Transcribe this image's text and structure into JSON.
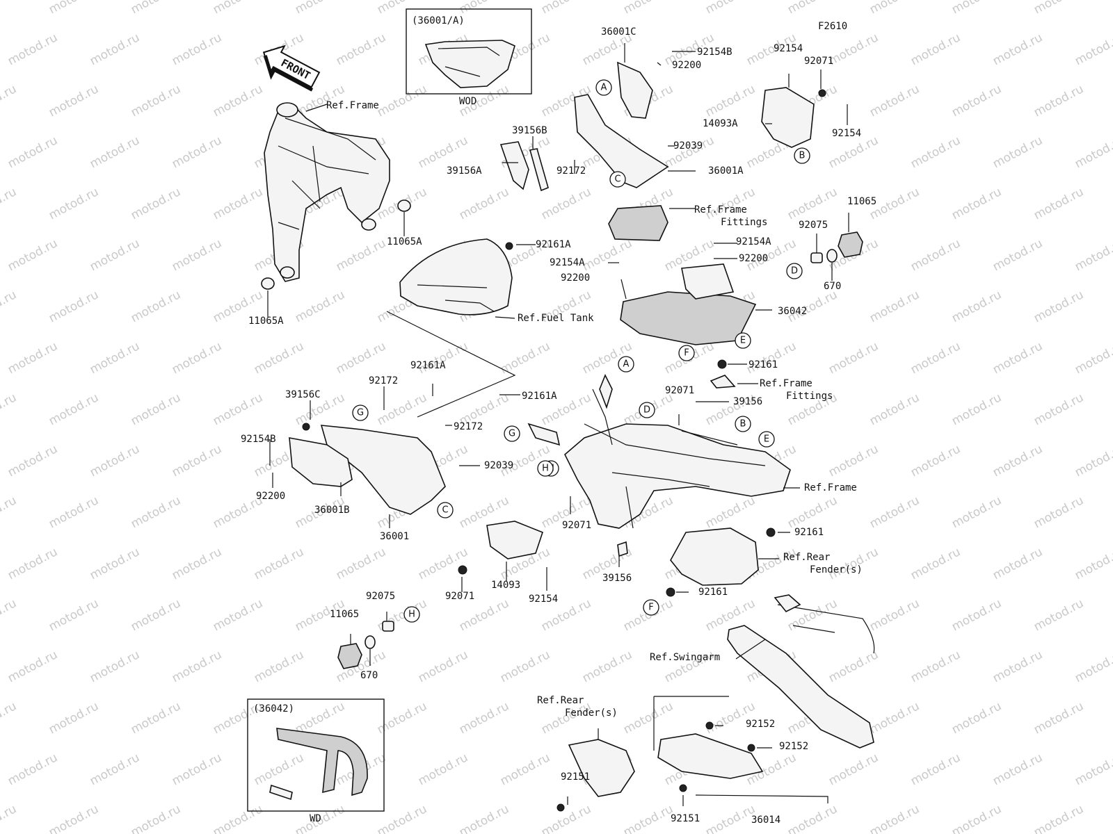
{
  "diagram_code": "F2610",
  "watermark_text": "motod.ru",
  "front_arrow_label": "FRONT",
  "inset_boxes": {
    "top": {
      "title": "(36001/A)",
      "caption": "WOD"
    },
    "bottom": {
      "title": "(36042)",
      "caption": "WD"
    }
  },
  "labels": {
    "l1": "Ref.Frame",
    "l2": "11065A",
    "l3": "11065A",
    "l4": "36001C",
    "l5": "92154B",
    "l6": "92200",
    "l7": "39156B",
    "l8": "39156A",
    "l9": "92172",
    "l10": "92039",
    "l11": "36001A",
    "l12": "Ref.Frame",
    "l13": "Fittings",
    "l14": "92154",
    "l15": "92071",
    "l16": "14093A",
    "l17": "92154",
    "l18": "11065",
    "l19": "92075",
    "l20": "670",
    "l21": "92161A",
    "l22": "92154A",
    "l23": "92200",
    "l24": "92154A",
    "l25": "92200",
    "l26": "36042",
    "l27": "Ref.Fuel Tank",
    "l28": "92161",
    "l29": "Ref.Frame",
    "l30": "Fittings",
    "l31": "92161A",
    "l32": "92172",
    "l33": "39156C",
    "l34": "92161A",
    "l35": "92172",
    "l36": "92154B",
    "l37": "92039",
    "l38": "92200",
    "l39": "36001B",
    "l40": "36001",
    "l41": "92071",
    "l42": "39156",
    "l43": "Ref.Frame",
    "l44": "92071",
    "l45": "92161",
    "l46": "Ref.Rear",
    "l47": "Fender(s)",
    "l48": "92071",
    "l49": "14093",
    "l50": "92154",
    "l51": "39156",
    "l52": "92161",
    "l53": "92075",
    "l54": "11065",
    "l55": "670",
    "l56": "Ref.Swingarm",
    "l57": "Ref.Rear",
    "l58": "Fender(s)",
    "l59": "92152",
    "l60": "92152",
    "l61": "92151",
    "l62": "92151",
    "l63": "36014"
  },
  "callouts": {
    "c1": "A",
    "c2": "B",
    "c3": "C",
    "c4": "D",
    "c5": "E",
    "c6": "F",
    "c7": "G",
    "c8": "H",
    "c9": "A",
    "c10": "D",
    "c11": "B",
    "c12": "E",
    "c13": "G",
    "c14": "H",
    "c15": "C",
    "c16": "F",
    "c17": "H"
  }
}
